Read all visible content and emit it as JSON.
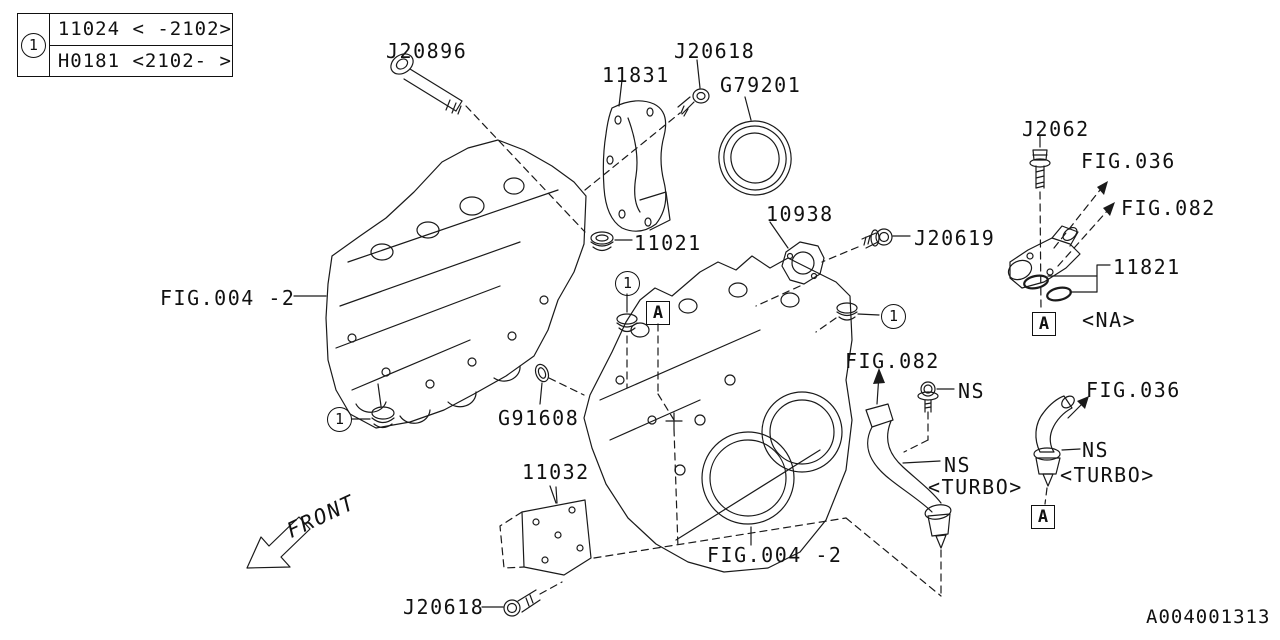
{
  "page": {
    "background": "#ffffff",
    "line_color": "#1a1a1a",
    "doc_id": "A004001313"
  },
  "legend": {
    "marker": "1",
    "row1": "11024 < -2102>",
    "row2": "H0181 <2102- >"
  },
  "markers": {
    "circle": "1",
    "box": "A"
  },
  "labels": {
    "j20896": "J20896",
    "p11831": "11831",
    "j20618_top": "J20618",
    "g79201": "G79201",
    "j2062": "J2062",
    "fig036_na": "FIG.036",
    "fig082_na": "FIG.082",
    "p10938": "10938",
    "j20619": "J20619",
    "p11021": "11021",
    "p11821": "11821",
    "fig004_left": "FIG.004 -2",
    "na": "<NA>",
    "fig082_mid": "FIG.082",
    "ns_mid": "NS",
    "fig036_turbo": "FIG.036",
    "ns_pipe": "NS",
    "turbo_pipe": "<TURBO>",
    "ns_elbow": "NS",
    "turbo_elbow": "<TURBO>",
    "g91608": "G91608",
    "p11032": "11032",
    "fig004_bottom": "FIG.004 -2",
    "j20618_bottom": "J20618",
    "front": "FRONT"
  }
}
